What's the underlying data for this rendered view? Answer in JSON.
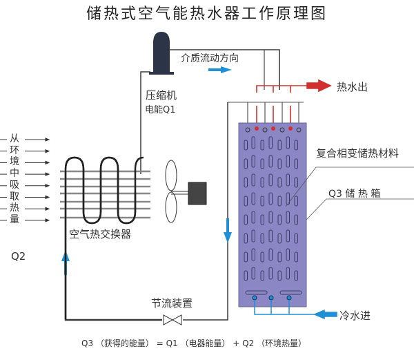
{
  "title": "储热式空气能热水器工作原理图",
  "labels": {
    "compressor": "压缩机",
    "electric_energy": "电能Q1",
    "flow_direction": "介质流动方向",
    "hot_water_out": "热水出",
    "phase_change_material": "复合相变储热材料",
    "storage_tank": "Q3 储 热 箱",
    "air_heat_exchanger": "空气热交换器",
    "throttle": "节流装置",
    "cold_water_in": "冷水进",
    "q2": "Q2"
  },
  "ambient_heat_chars": [
    "从",
    "环",
    "境",
    "中",
    "吸",
    "取",
    "热",
    "量"
  ],
  "formula": "Q3 （获得的能量） = Q1 （电器能量） + Q2 （环境热量）",
  "colors": {
    "pipe": "#3a3a3a",
    "hot": "#d0302e",
    "cold": "#1f8fd6",
    "tank": "#8b86c4",
    "compressor": "#2c3447"
  }
}
